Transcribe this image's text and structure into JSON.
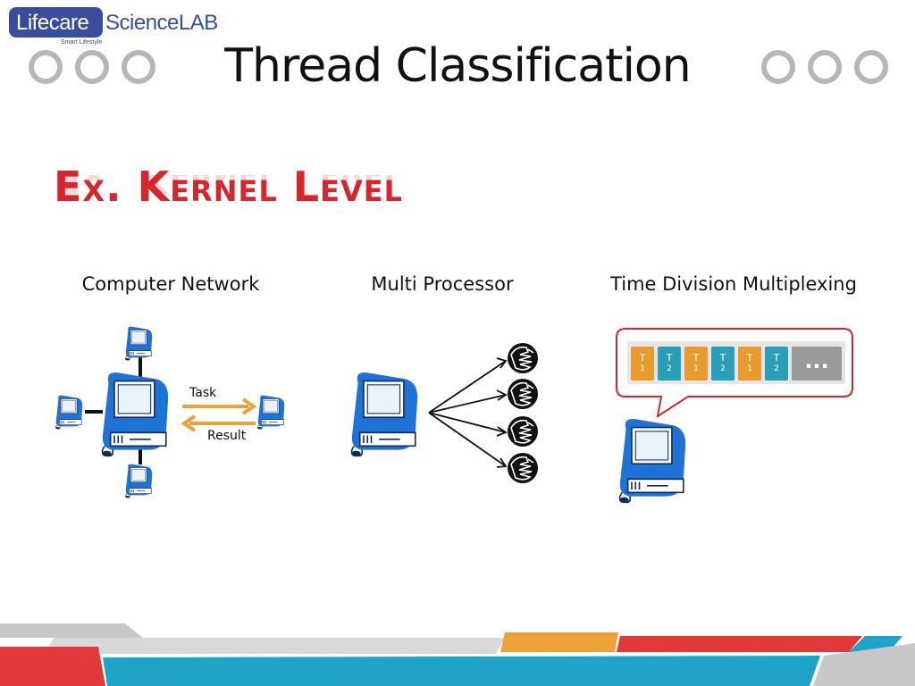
{
  "logo": {
    "word1": "Lifecare",
    "word2": "ScienceLAB",
    "tagline": "Smart Lifestyle"
  },
  "title": "Thread Classification",
  "subtitle": "Ex. Kernel Level",
  "columns": [
    {
      "label": "Computer Network",
      "arrow_top": "Task",
      "arrow_bottom": "Result"
    },
    {
      "label": "Multi Processor"
    },
    {
      "label": "Time Division Multiplexing",
      "queue": [
        {
          "letter": "T",
          "num": "1",
          "color": "#e89a2c"
        },
        {
          "letter": "T",
          "num": "2",
          "color": "#2a9db8"
        },
        {
          "letter": "T",
          "num": "1",
          "color": "#e89a2c"
        },
        {
          "letter": "T",
          "num": "2",
          "color": "#2a9db8"
        },
        {
          "letter": "T",
          "num": "1",
          "color": "#e89a2c"
        },
        {
          "letter": "T",
          "num": "2",
          "color": "#2a9db8"
        }
      ],
      "queue_more": "..."
    }
  ],
  "colors": {
    "title_red": "#d6262b",
    "computer_blue": "#1f72d6",
    "arrow_orange": "#e8a33c",
    "footer_red": "#e0383b",
    "footer_orange": "#eea23a",
    "footer_cyan": "#20a3c9",
    "footer_gray": "#c8c8c8"
  }
}
